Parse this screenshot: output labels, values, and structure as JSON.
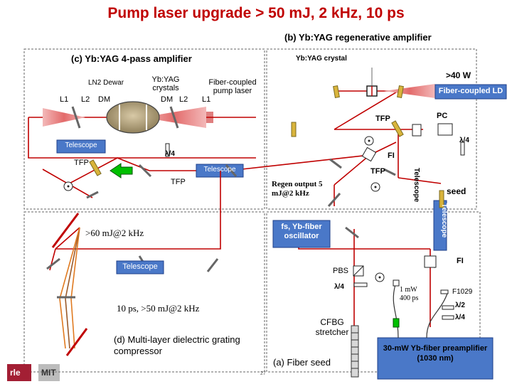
{
  "title": "Pump laser upgrade > 50 mJ, 2 kHz, 10 ps",
  "sections": {
    "regen": "(b) Yb:YAG regenerative amplifier",
    "four_pass": "(c) Yb:YAG 4-pass amplifier",
    "compressor": "(d) Multi-layer dielectric grating compressor",
    "seed": "(a) Fiber seed"
  },
  "labels": {
    "yb_yag_crystal": "Yb:YAG crystal",
    "forty_w": ">40 W",
    "fiber_coupled_ld": "Fiber-coupled LD",
    "pc": "PC",
    "tfp": "TFP",
    "telescope": "Telescope",
    "half_lambda": "λ/2",
    "quarter_lambda": "λ/4",
    "fi": "FI",
    "seed": "seed",
    "regen_output": "Regen output 5 mJ@2 kHz",
    "ln2_dewar": "LN2 Dewar",
    "yb_yag_crystals": "Yb:YAG crystals",
    "fiber_coupled_pump": "Fiber-coupled pump laser",
    "l1": "L1",
    "l2": "L2",
    "dm": "DM",
    "output_60": ">60 mJ@2 kHz",
    "fs_oscillator": "fs, Yb-fiber oscillator",
    "pbs": "PBS",
    "one_mw": "1 mW 400 ps",
    "f1029": "F1029",
    "output_10ps": "10 ps, >50 mJ@2 kHz",
    "cfbg": "CFBG stretcher",
    "preamp": "30-mW Yb-fiber preamplifier (1030 nm)",
    "page_number": "27",
    "logo_rle": "rle",
    "logo_mit": "MIT"
  },
  "colors": {
    "title": "#c00000",
    "beam": "#c00000",
    "box_blue": "#4a78c8",
    "box_blue_border": "#1f3f8a",
    "green_box": "#00c000",
    "beam_orange": "#e07a20",
    "beam_brown": "#9b5a2a"
  }
}
